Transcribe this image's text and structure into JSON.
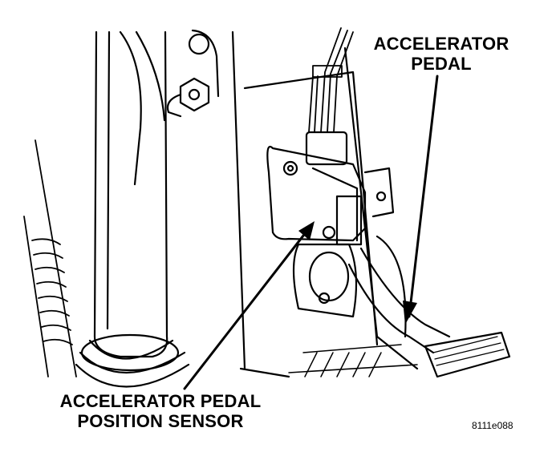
{
  "labels": {
    "accelerator_pedal": [
      "ACCELERATOR",
      "PEDAL"
    ],
    "accelerator_pedal_position_sensor": [
      "ACCELERATOR PEDAL",
      "POSITION SENSOR"
    ]
  },
  "figure_id": "8111e088",
  "colors": {
    "ink": "#000000",
    "paper": "#ffffff"
  }
}
